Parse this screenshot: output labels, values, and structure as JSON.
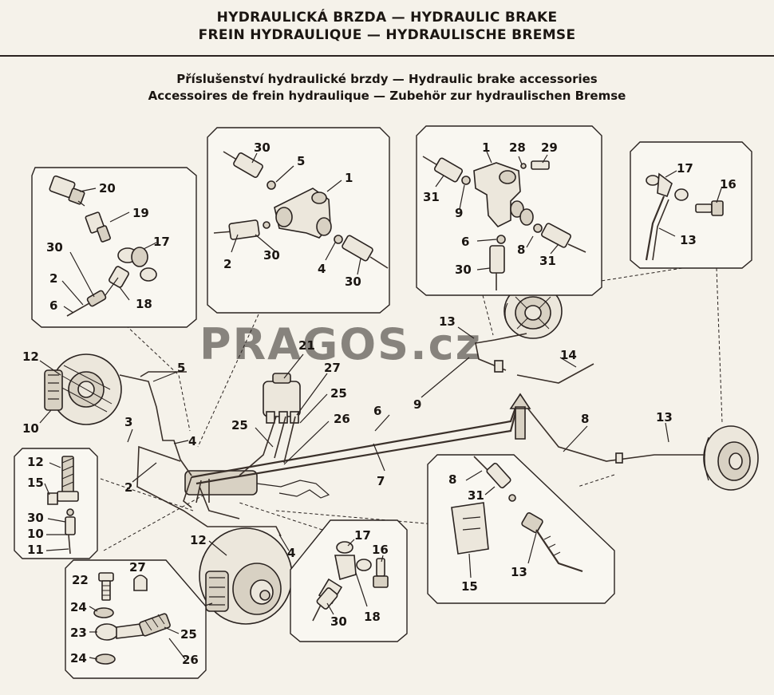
{
  "header": {
    "title_line1": "HYDRAULICKÁ BRZDA — HYDRAULIC BRAKE",
    "title_line2": "FREIN HYDRAULIQUE — HYDRAULISCHE BREMSE",
    "subtitle_line1": "Příslušenství hydraulické brzdy — Hydraulic brake accessories",
    "subtitle_line2": "Accessoires de frein hydraulique — Zubehör zur hydraulischen Bremse"
  },
  "watermark": "PRAGOS.cz",
  "labels": {
    "p_left_top": [
      "20",
      "19",
      "17",
      "30",
      "2",
      "6",
      "18"
    ],
    "p_center_top": [
      "30",
      "5",
      "1",
      "2",
      "30",
      "4",
      "30"
    ],
    "p_right_center": [
      "1",
      "28",
      "29",
      "31",
      "9",
      "6",
      "8",
      "31",
      "30"
    ],
    "p_right_top": [
      "17",
      "16",
      "13"
    ],
    "main": [
      "13",
      "14",
      "9",
      "6",
      "7",
      "8",
      "13",
      "21",
      "27",
      "25",
      "25",
      "26",
      "12",
      "5",
      "3",
      "4",
      "2",
      "10",
      "12",
      "4",
      "11"
    ],
    "p_left_mid": [
      "12",
      "15",
      "30",
      "10",
      "11"
    ],
    "p_left_bottom": [
      "22",
      "27",
      "24",
      "23",
      "25",
      "24",
      "26"
    ],
    "p_bottom_center": [
      "17",
      "16",
      "30",
      "18"
    ],
    "p_bottom_right": [
      "8",
      "31",
      "15",
      "13"
    ]
  }
}
